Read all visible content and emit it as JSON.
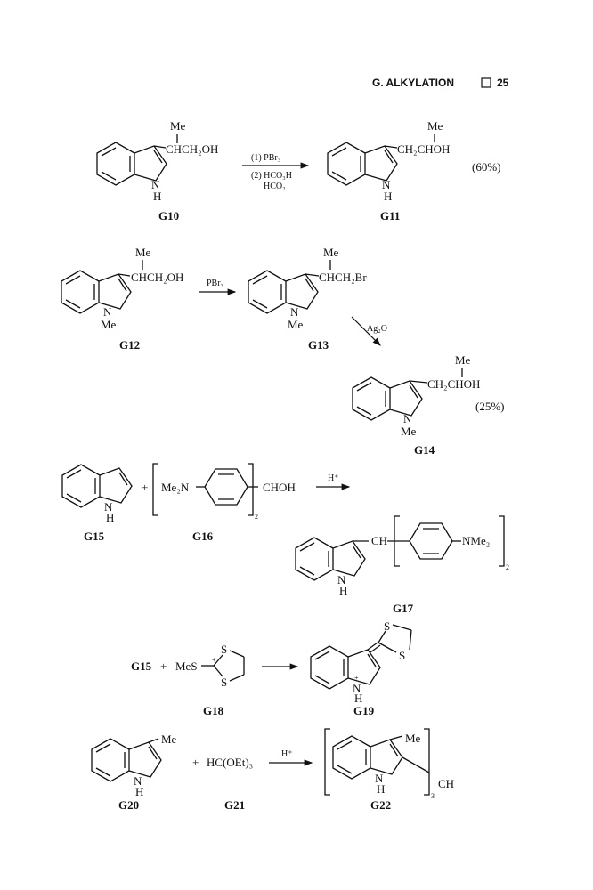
{
  "header": {
    "section": "G. ALKYLATION",
    "page_number": "25"
  },
  "rxn1": {
    "reactant": {
      "label": "G10",
      "me": "Me",
      "chain": "CHCH₂OH",
      "nh": "N",
      "h": "H"
    },
    "conditions": [
      "(1) PBr₃",
      "(2) HCO₃H",
      "HCO₂"
    ],
    "product": {
      "label": "G11",
      "me": "Me",
      "chain": "CH₂CHOH",
      "nh": "N",
      "h": "H",
      "yield": "(60%)"
    }
  },
  "rxn2": {
    "reactant": {
      "label": "G12",
      "me": "Me",
      "chain": "CHCH₂OH",
      "n": "N",
      "nme": "Me"
    },
    "reagent1": "PBr₃",
    "intermediate": {
      "label": "G13",
      "me": "Me",
      "chain": "CHCH₂Br",
      "n": "N",
      "nme": "Me"
    },
    "reagent2": "Ag₂O",
    "product": {
      "label": "G14",
      "me": "Me",
      "chain": "CH₂CHOH",
      "n": "N",
      "nme": "Me",
      "yield": "(25%)"
    }
  },
  "rxn3": {
    "indole": {
      "label": "G15",
      "nh": "N",
      "h": "H"
    },
    "plus": "+",
    "carbinol": {
      "label": "G16",
      "nme2": "Me₂N",
      "choh": "CHOH",
      "count": "2"
    },
    "reagent": "H⁺",
    "product": {
      "label": "G17",
      "ch": "CH",
      "nme2": "NMe₂",
      "count": "2",
      "nh": "N",
      "h": "H"
    }
  },
  "rxn4": {
    "reactant_ref": "G15",
    "plus": "+",
    "cation": {
      "label": "G18",
      "mes": "MeS",
      "plus": "+",
      "s1": "S",
      "s2": "S"
    },
    "product": {
      "label": "G19",
      "s1": "S",
      "s2": "S",
      "nplus": "+",
      "n": "N",
      "h": "H"
    }
  },
  "rxn5": {
    "methylindole": {
      "label": "G20",
      "me": "Me",
      "nh": "N",
      "h": "H"
    },
    "plus": "+",
    "orthoester": {
      "label": "G21",
      "formula": "HC(OEt)₃"
    },
    "reagent": "H⁺",
    "product": {
      "label": "G22",
      "me": "Me",
      "nh": "N",
      "h": "H",
      "count": "3",
      "ch": "CH"
    }
  }
}
